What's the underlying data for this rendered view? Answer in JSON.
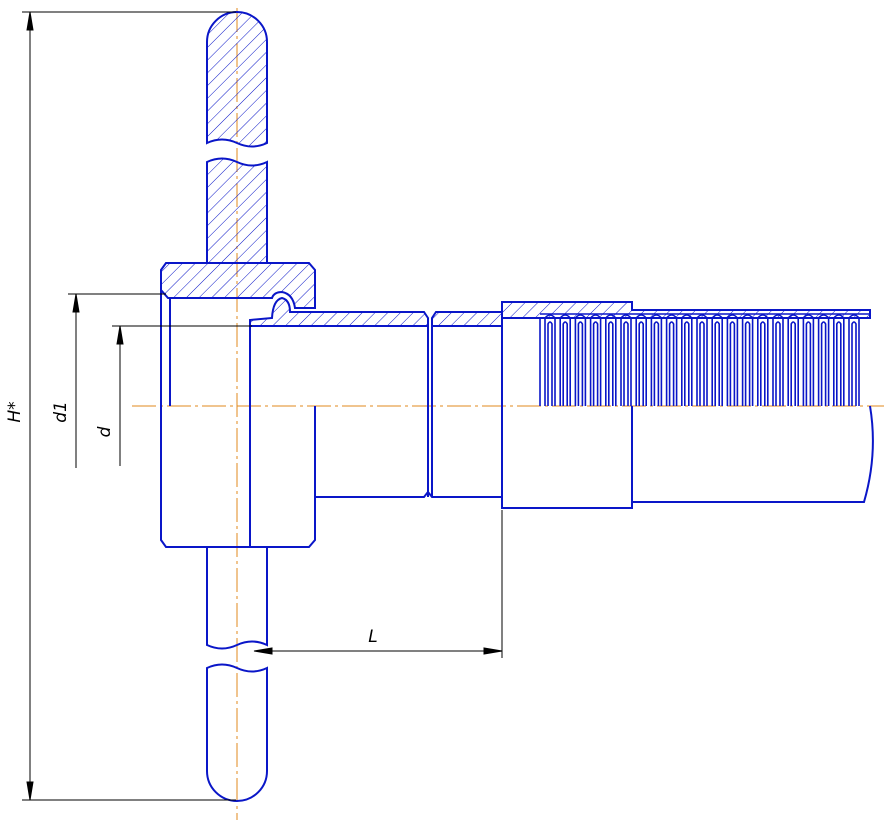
{
  "diagram": {
    "labels": {
      "overall_height": "H*",
      "outer_diameter": "d1",
      "inner_diameter": "d",
      "length": "L"
    },
    "colors": {
      "outline": "#0a16c8",
      "axis": "#e08a1e",
      "dimension": "#000000",
      "background": "#ffffff"
    }
  }
}
